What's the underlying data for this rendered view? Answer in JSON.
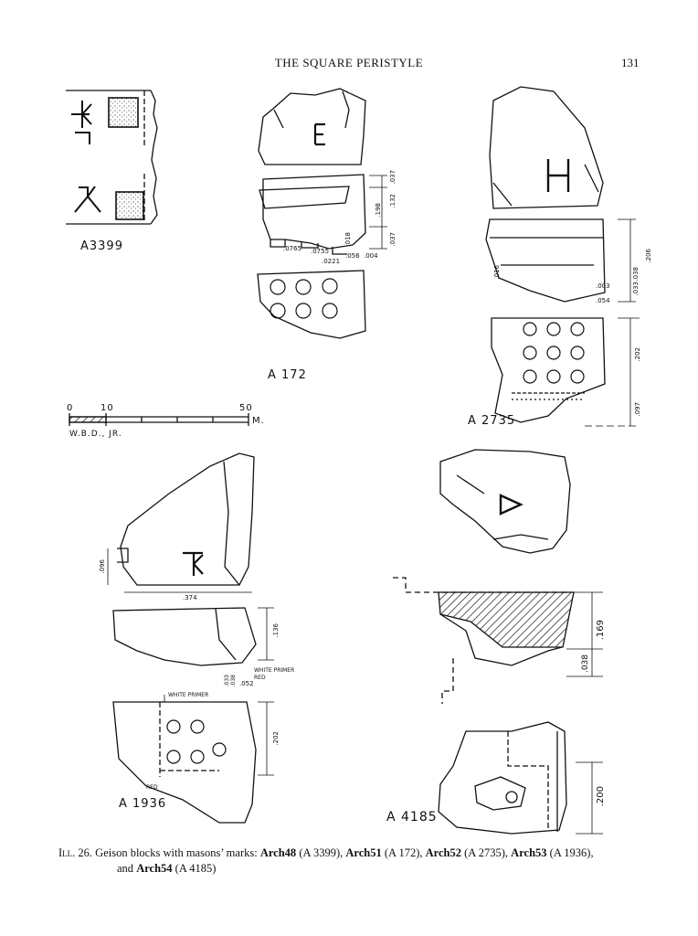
{
  "header": {
    "running_title": "THE SQUARE PERISTYLE",
    "page_number": "131"
  },
  "figures": {
    "a3399": {
      "label": "A3399"
    },
    "a172": {
      "label": "A 172"
    },
    "a2735": {
      "label": "A 2735"
    },
    "a1936": {
      "label": "A 1936"
    },
    "a4185": {
      "label": "A 4185"
    }
  },
  "scale": {
    "ticks": [
      "0",
      "10",
      "50"
    ],
    "unit": "M.",
    "credit": "W.B.D., JR."
  },
  "annotations": {
    "a172_dims": [
      ".037",
      ".132",
      ".198",
      ".037",
      ".018",
      ".0765",
      ".0755",
      ".056",
      ".004",
      ".0221"
    ],
    "a2735_dims": [
      ".016",
      ".206",
      ".003",
      ".038",
      ".033",
      ".054",
      ".202",
      ".097"
    ],
    "a1936_dims": [
      ".096",
      ".374",
      ".136",
      ".052",
      ".033",
      ".038",
      ".202"
    ],
    "a1936_notes": [
      "WHITE PRIMER",
      "RED",
      "WHITE PRIMER",
      "RED"
    ],
    "a4185_dims": [
      ".169",
      ".038",
      ".200"
    ]
  },
  "caption": {
    "label": "Ill. 26.",
    "text_1": "Geison blocks with masons’ marks:",
    "ref_1": "Arch48",
    "id_1": "(A 3399),",
    "ref_2": "Arch51",
    "id_2": "(A 172),",
    "ref_3": "Arch52",
    "id_3": "(A 2735),",
    "ref_4": "Arch53",
    "id_4": "(A 1936),",
    "and": "and",
    "ref_5": "Arch54",
    "id_5": "(A 4185)"
  }
}
